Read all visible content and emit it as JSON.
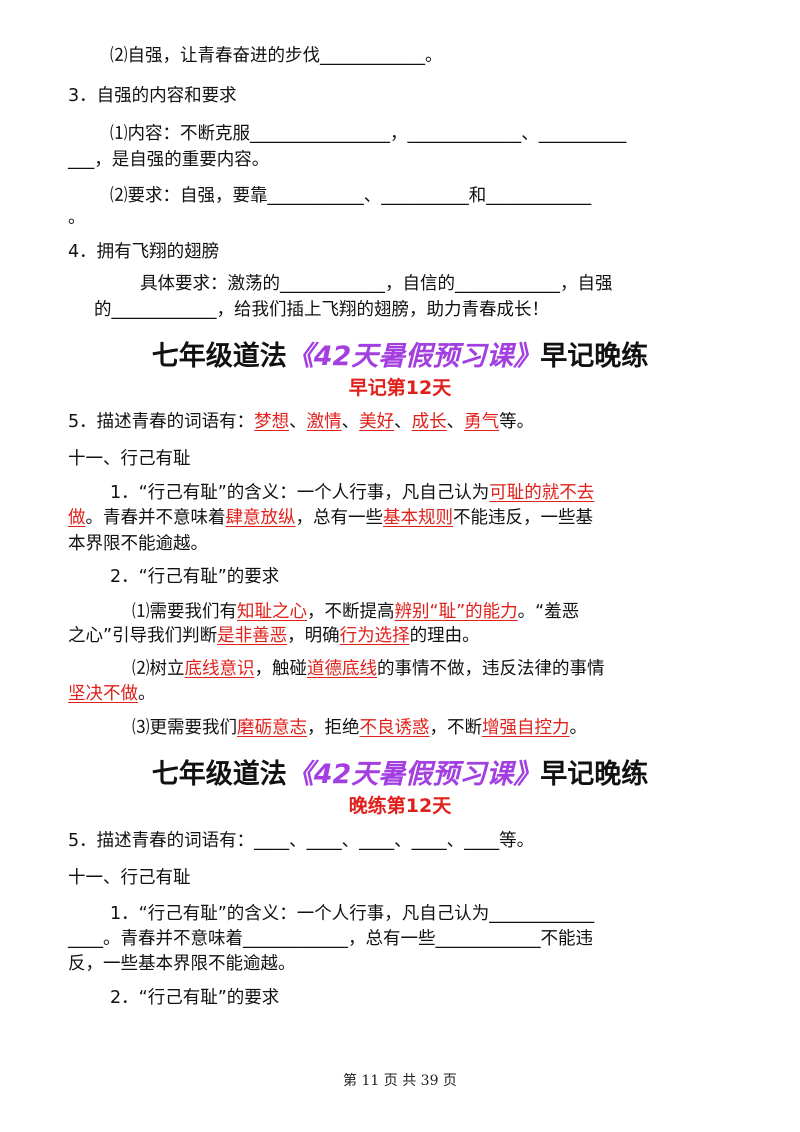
{
  "top_section": {
    "l1": "⑵自强，让青春奋进的步伐____________。",
    "l2": "3．自强的内容和要求",
    "l3": "⑴内容：不断克服________________，_____________、__________",
    "l4": "___，是自强的重要内容。",
    "l5": "⑵要求：自强，要靠___________、__________和____________",
    "l6": "。",
    "l7": "4．拥有飞翔的翅膀",
    "l8": "具体要求：激荡的____________，自信的____________，自强",
    "l9": "的____________，给我们插上飞翔的翅膀，助力青春成长！"
  },
  "morning": {
    "title_a": "七年级道法",
    "title_b": "《42天暑假预习课》",
    "title_c": "早记晚练",
    "subtitle": "早记第12天",
    "q5_prefix": "5．描述青春的词语有：",
    "words": [
      "梦想",
      "激情",
      "美好",
      "成长",
      "勇气"
    ],
    "sep": "、",
    "q5_suffix": "等。",
    "heading": "十一、行己有耻",
    "p1_a": "1．“行己有耻”的含义：一个人行事，凡自己认为",
    "p1_r1": "可耻的就不去",
    "p1_r2": "做",
    "p1_b": "。青春并不意味着",
    "p1_r3": "肆意放纵",
    "p1_c": "，总有一些",
    "p1_r4": "基本规则",
    "p1_d": "不能违反，一些基",
    "p1_e": "本界限不能逾越。",
    "p2": "2．“行己有耻”的要求",
    "s1_a": "⑴需要我们有",
    "s1_r1": "知耻之心",
    "s1_b": "，不断提高",
    "s1_r2": "辨别“耻”的能力",
    "s1_c": "。“羞恶",
    "s1_d": "之心”引导我们判断",
    "s1_r3": "是非善恶",
    "s1_e": "，明确",
    "s1_r4": "行为选择",
    "s1_f": "的理由。",
    "s2_a": "⑵树立",
    "s2_r1": "底线意识",
    "s2_b": "，触碰",
    "s2_r2": "道德底线",
    "s2_c": "的事情不做，违反法律的事情",
    "s2_r3": "坚决不做",
    "s2_d": "。",
    "s3_a": "⑶更需要我们",
    "s3_r1": "磨砺意志",
    "s3_b": "，拒绝",
    "s3_r2": "不良诱惑",
    "s3_c": "，不断",
    "s3_r3": "增强自控力",
    "s3_d": "。"
  },
  "evening": {
    "title_a": "七年级道法",
    "title_b": "《42天暑假预习课》",
    "title_c": "早记晚练",
    "subtitle": "晚练第12天",
    "q5": "5．描述青春的词语有：____、____、____、____、____等。",
    "heading": "十一、行己有耻",
    "p1_a": "1．“行己有耻”的含义：一个人行事，凡自己认为____________",
    "p1_b": "____。青春并不意味着____________，总有一些____________不能违",
    "p1_c": "反，一些基本界限不能逾越。",
    "p2": "2．“行己有耻”的要求"
  },
  "footer": "第 11 页 共 39 页"
}
